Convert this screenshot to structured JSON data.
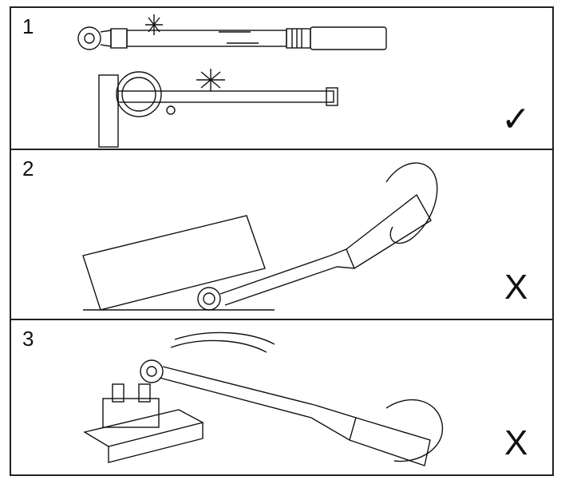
{
  "panels": [
    {
      "number": "1",
      "verdict": "✓"
    },
    {
      "number": "2",
      "verdict": "X"
    },
    {
      "number": "3",
      "verdict": "X"
    }
  ],
  "icons": {
    "check": "checkmark-icon",
    "cross": "cross-icon"
  },
  "colors": {
    "line": "#111111",
    "background": "#ffffff"
  }
}
